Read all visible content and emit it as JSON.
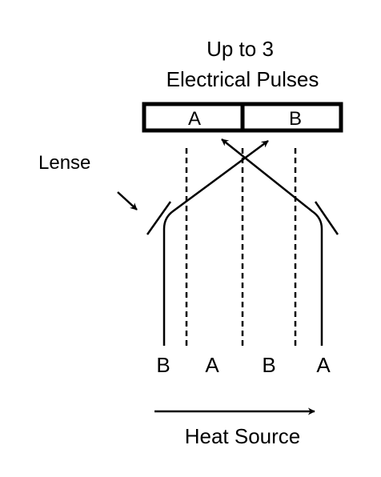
{
  "title": {
    "line1": "Up to 3",
    "line2": "Electrical Pulses"
  },
  "detector": {
    "left_label": "A",
    "right_label": "B"
  },
  "lens_label": "Lense",
  "bottom_labels": [
    "B",
    "A",
    "B",
    "A"
  ],
  "heat_source_label": "Heat Source",
  "colors": {
    "stroke": "#000000",
    "background": "#ffffff"
  }
}
